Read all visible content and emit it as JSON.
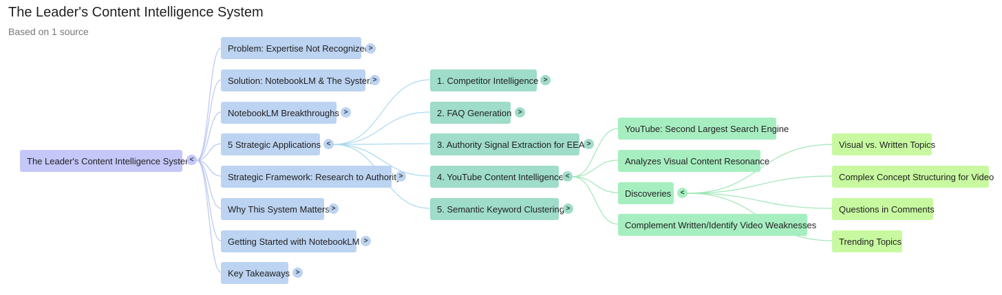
{
  "header": {
    "title": "The Leader's Content Intelligence System",
    "subtitle": "Based on 1 source"
  },
  "colors": {
    "root": "#c4c7f8",
    "level1": "#bcd3f1",
    "level2": "#9fdcca",
    "level3": "#a6eec0",
    "level4": "#c8f9a0",
    "link_blue": "#b9c6ef",
    "link_teal": "#a9d9f0",
    "link_green": "#9ee6b6"
  },
  "icons": {
    "expand": "chevron-right-icon",
    "collapse": "chevron-left-icon"
  },
  "mindmap": {
    "root": {
      "label": "The Leader's Content Intelligence System",
      "toggle": "<"
    },
    "level1": [
      {
        "label": "Problem: Expertise Not Recognized",
        "toggle": ">"
      },
      {
        "label": "Solution: NotebookLM & The System",
        "toggle": ">"
      },
      {
        "label": "NotebookLM Breakthroughs",
        "toggle": ">"
      },
      {
        "label": "5 Strategic Applications",
        "toggle": "<"
      },
      {
        "label": "Strategic Framework: Research to Authority",
        "toggle": ">"
      },
      {
        "label": "Why This System Matters",
        "toggle": ">"
      },
      {
        "label": "Getting Started with NotebookLM",
        "toggle": ">"
      },
      {
        "label": "Key Takeaways",
        "toggle": ">"
      }
    ],
    "level2": [
      {
        "label": "1. Competitor Intelligence",
        "toggle": ">"
      },
      {
        "label": "2. FAQ Generation",
        "toggle": ">"
      },
      {
        "label": "3. Authority Signal Extraction for EEAT",
        "toggle": ">"
      },
      {
        "label": "4. YouTube Content Intelligence",
        "toggle": "<"
      },
      {
        "label": "5. Semantic Keyword Clustering",
        "toggle": ">"
      }
    ],
    "level3": [
      {
        "label": "YouTube: Second Largest Search Engine"
      },
      {
        "label": "Analyzes Visual Content Resonance"
      },
      {
        "label": "Discoveries",
        "toggle": "<"
      },
      {
        "label": "Complement Written/Identify Video Weaknesses"
      }
    ],
    "level4": [
      {
        "label": "Visual vs. Written Topics"
      },
      {
        "label": "Complex Concept Structuring for Video"
      },
      {
        "label": "Questions in Comments"
      },
      {
        "label": "Trending Topics"
      }
    ]
  }
}
